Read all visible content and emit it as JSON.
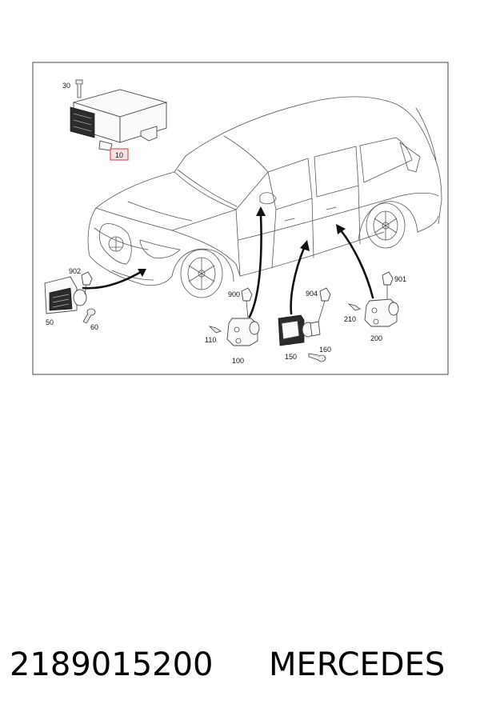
{
  "labels": {
    "l30": "30",
    "l10": "10",
    "l902": "902",
    "l50": "50",
    "l60": "60",
    "l900": "900",
    "l110": "110",
    "l100": "100",
    "l904": "904",
    "l150": "150",
    "l160": "160",
    "l901": "901",
    "l210": "210",
    "l200": "200"
  },
  "highlight_color": "#d23a3a",
  "caption": {
    "part_number": "2189015200",
    "brand": "MERCEDES"
  }
}
